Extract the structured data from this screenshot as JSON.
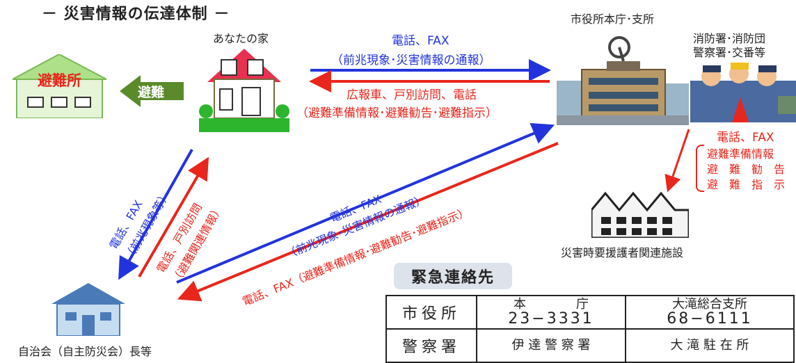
{
  "title": "－ 災害情報の伝達体制 －",
  "nodes": {
    "shelter": "避難所",
    "evacuate": "避難",
    "home": "あなたの家",
    "city_hall": "市役所本庁･支所",
    "police_line1": "消防署･消防団",
    "police_line2": "警察署･交番等",
    "facility": "災害時要援護者関連施設",
    "association": "自治会（自主防災会）長等"
  },
  "edges": {
    "home_to_city_1": "電話、FAX",
    "home_to_city_2": "（前兆現象･災害情報の通報）",
    "city_to_home_1": "広報車、戸別訪問、電話",
    "city_to_home_2": "（避難準備情報･避難勧告･避難指示）",
    "city_to_facility_1": "電話、FAX",
    "city_to_facility_2": "避難準備情報",
    "city_to_facility_3": "避　難　勧　告",
    "city_to_facility_4": "避　難　指　示",
    "home_to_assoc_1": "電話、FAX",
    "home_to_assoc_2": "（前兆現象等）",
    "assoc_to_home_1": "電話、戸別訪問",
    "assoc_to_home_2": "（避難関連情報）",
    "assoc_to_city_1": "電話、FAX",
    "assoc_to_city_2": "（前兆現象･災害情報の通報）",
    "city_to_assoc": "電話、FAX（避難準備情報･避難勧告･避難指示）"
  },
  "emergency": {
    "heading": "緊急連絡先",
    "rows": [
      {
        "name": "市役所",
        "a_top": "本　　　　庁",
        "a_num": "23−3331",
        "b_top": "大滝総合支所",
        "b_num": "68−6111"
      },
      {
        "name": "警察署",
        "a_top": "伊 達 警 察 署",
        "a_num": "",
        "b_top": "大 滝 駐 在 所",
        "b_num": ""
      }
    ]
  },
  "colors": {
    "blue": "#2233dd",
    "red": "#e8261c",
    "green": "#2db52d",
    "arrow_green": "#5a8a2a"
  }
}
